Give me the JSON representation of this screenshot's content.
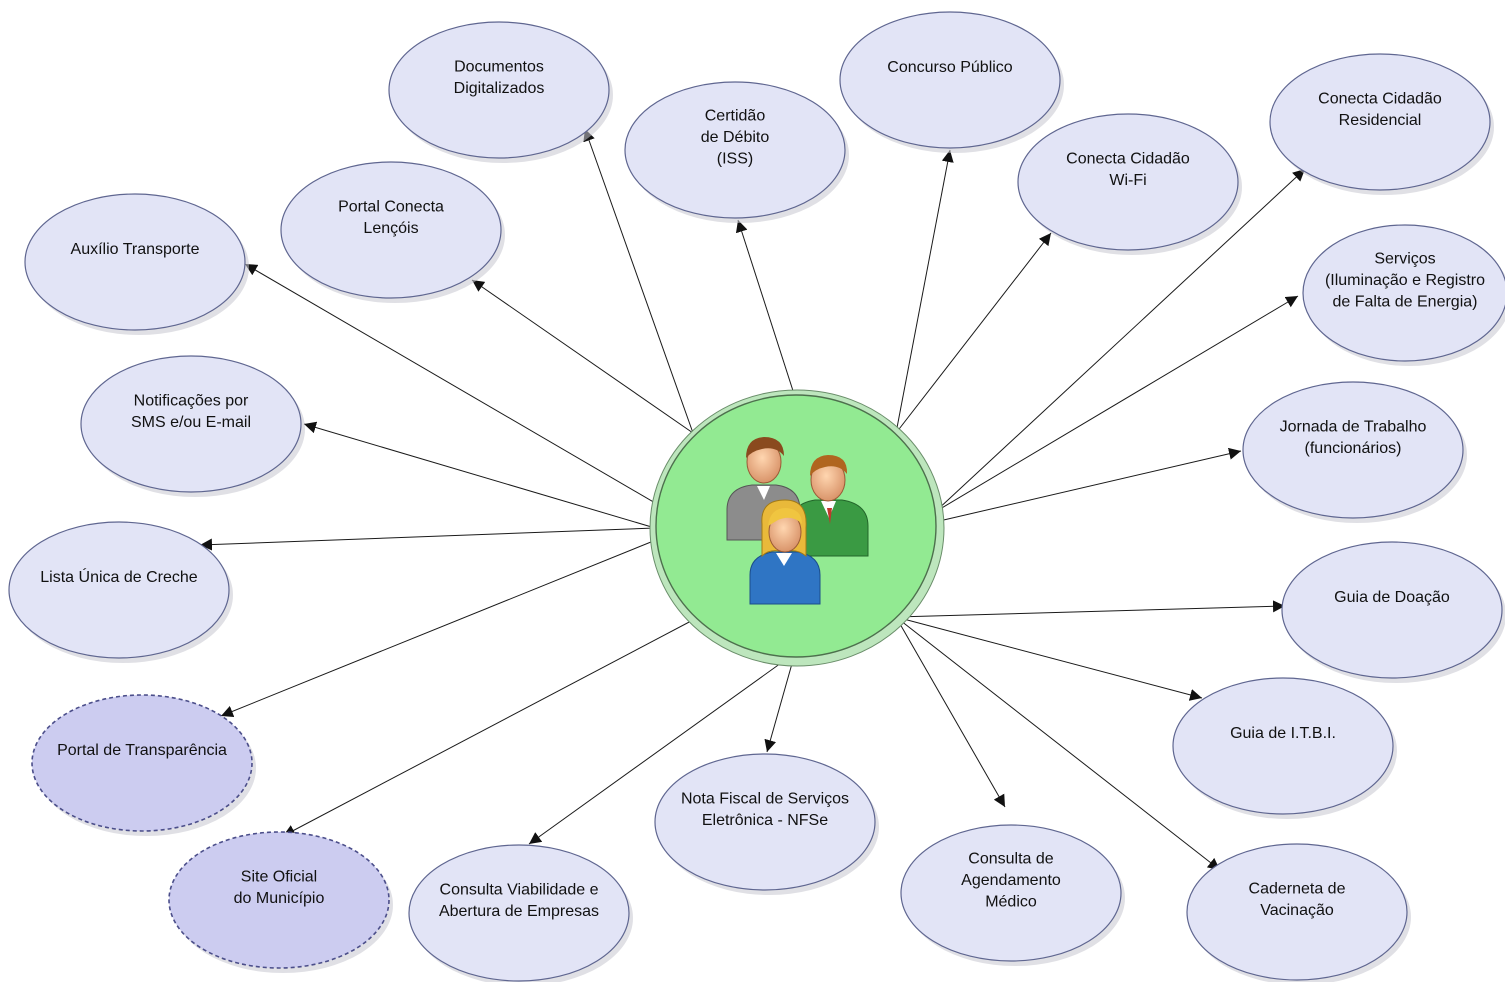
{
  "central_node": {
    "label": "",
    "icon": "people-group-icon",
    "colors": {
      "fill": "#92ea92",
      "outer": "#bde6bd"
    }
  },
  "nodes": [
    {
      "id": "auxilio-transporte",
      "lines": [
        "Auxílio Transporte"
      ],
      "style": "solid"
    },
    {
      "id": "portal-conecta-lencois",
      "lines": [
        "Portal Conecta",
        "Lençóis"
      ],
      "style": "solid"
    },
    {
      "id": "documentos-digitalizados",
      "lines": [
        "Documentos",
        "Digitalizados"
      ],
      "style": "solid"
    },
    {
      "id": "certidao-de-debito",
      "lines": [
        "Certidão",
        "de Débito",
        "(ISS)"
      ],
      "style": "solid"
    },
    {
      "id": "concurso-publico",
      "lines": [
        "Concurso Público"
      ],
      "style": "solid"
    },
    {
      "id": "conecta-cidadao-wifi",
      "lines": [
        "Conecta Cidadão",
        "Wi-Fi"
      ],
      "style": "solid"
    },
    {
      "id": "conecta-cidadao-residencial",
      "lines": [
        "Conecta Cidadão",
        "Residencial"
      ],
      "style": "solid"
    },
    {
      "id": "servicos-iluminacao",
      "lines": [
        "Serviços",
        "(Iluminação e Registro",
        "de Falta de Energia)"
      ],
      "style": "solid"
    },
    {
      "id": "jornada-de-trabalho",
      "lines": [
        "Jornada de Trabalho",
        "(funcionários)"
      ],
      "style": "solid"
    },
    {
      "id": "guia-de-doacao",
      "lines": [
        "Guia de Doação"
      ],
      "style": "solid"
    },
    {
      "id": "guia-de-itbi",
      "lines": [
        "Guia de I.T.B.I."
      ],
      "style": "solid"
    },
    {
      "id": "caderneta-de-vacinacao",
      "lines": [
        "Caderneta de",
        "Vacinação"
      ],
      "style": "solid"
    },
    {
      "id": "consulta-agendamento-medico",
      "lines": [
        "Consulta de",
        "Agendamento",
        "Médico"
      ],
      "style": "solid"
    },
    {
      "id": "nota-fiscal-nfse",
      "lines": [
        "Nota Fiscal de Serviços",
        "Eletrônica - NFSe"
      ],
      "style": "solid"
    },
    {
      "id": "consulta-viabilidade",
      "lines": [
        "Consulta Viabilidade e",
        "Abertura de Empresas"
      ],
      "style": "solid"
    },
    {
      "id": "site-oficial",
      "lines": [
        "Site Oficial",
        "do Município"
      ],
      "style": "dashed"
    },
    {
      "id": "portal-de-transparencia",
      "lines": [
        "Portal de Transparência"
      ],
      "style": "dashed"
    },
    {
      "id": "lista-unica-de-creche",
      "lines": [
        "Lista Única de Creche"
      ],
      "style": "solid"
    },
    {
      "id": "notificacoes-sms",
      "lines": [
        "Notificações por",
        "SMS e/ou E-mail"
      ],
      "style": "solid"
    }
  ],
  "edges": [
    {
      "to": "auxilio-transporte"
    },
    {
      "to": "portal-conecta-lencois"
    },
    {
      "to": "documentos-digitalizados"
    },
    {
      "to": "certidao-de-debito"
    },
    {
      "to": "concurso-publico"
    },
    {
      "to": "conecta-cidadao-wifi"
    },
    {
      "to": "conecta-cidadao-residencial"
    },
    {
      "to": "servicos-iluminacao"
    },
    {
      "to": "jornada-de-trabalho"
    },
    {
      "to": "guia-de-doacao"
    },
    {
      "to": "guia-de-itbi"
    },
    {
      "to": "caderneta-de-vacinacao"
    },
    {
      "to": "consulta-agendamento-medico"
    },
    {
      "to": "nota-fiscal-nfse"
    },
    {
      "to": "consulta-viabilidade"
    },
    {
      "to": "site-oficial"
    },
    {
      "to": "portal-de-transparencia"
    },
    {
      "to": "lista-unica-de-creche"
    },
    {
      "to": "notificacoes-sms"
    }
  ]
}
